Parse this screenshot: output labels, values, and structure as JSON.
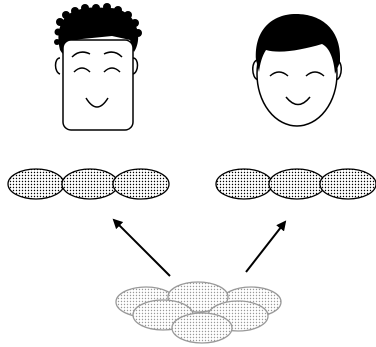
{
  "colors": {
    "stroke": "#000000",
    "dot_black": "#000000",
    "dot_grey": "#999999",
    "face_fill": "#ffffff",
    "hair": "#000000"
  },
  "figures": [
    {
      "id": "person-left",
      "hair_style": "curly",
      "face_shape": "rectangular",
      "expression": "smiling"
    },
    {
      "id": "person-right",
      "hair_style": "straight-dark",
      "face_shape": "oval",
      "expression": "smiling"
    }
  ],
  "strands": [
    {
      "id": "left-strand",
      "ellipse_count": 3,
      "pattern": "dotted-black"
    },
    {
      "id": "right-strand",
      "ellipse_count": 3,
      "pattern": "dotted-black"
    }
  ],
  "source_cluster": {
    "ellipse_count": 6,
    "pattern": "dotted-grey"
  },
  "arrows": [
    {
      "id": "arrow-to-left",
      "direction": "up-left"
    },
    {
      "id": "arrow-to-right",
      "direction": "up-right"
    }
  ]
}
